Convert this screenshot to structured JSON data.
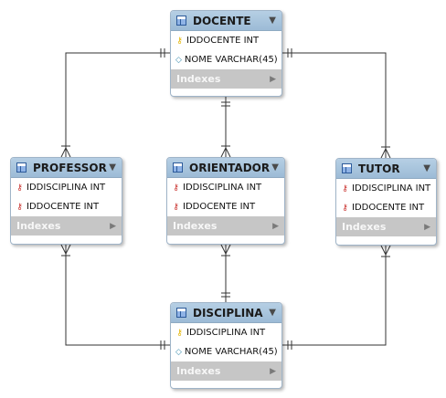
{
  "tables": {
    "docente": {
      "name": "DOCENTE",
      "columns": [
        {
          "text": "IDDOCENTE INT",
          "icon": "primary-key-icon"
        },
        {
          "text": "NOME VARCHAR(45)",
          "icon": "column-diamond-icon"
        }
      ],
      "indexes_label": "Indexes"
    },
    "professor": {
      "name": "PROFESSOR",
      "columns": [
        {
          "text": "IDDISCIPLINA INT",
          "icon": "foreign-key-icon"
        },
        {
          "text": "IDDOCENTE INT",
          "icon": "foreign-key-icon"
        }
      ],
      "indexes_label": "Indexes"
    },
    "orientador": {
      "name": "ORIENTADOR",
      "columns": [
        {
          "text": "IDDISCIPLINA INT",
          "icon": "foreign-key-icon"
        },
        {
          "text": "IDDOCENTE INT",
          "icon": "foreign-key-icon"
        }
      ],
      "indexes_label": "Indexes"
    },
    "tutor": {
      "name": "TUTOR",
      "columns": [
        {
          "text": "IDDISCIPLINA INT",
          "icon": "foreign-key-icon"
        },
        {
          "text": "IDDOCENTE INT",
          "icon": "foreign-key-icon"
        }
      ],
      "indexes_label": "Indexes"
    },
    "disciplina": {
      "name": "DISCIPLINA",
      "columns": [
        {
          "text": "IDDISCIPLINA INT",
          "icon": "primary-key-icon"
        },
        {
          "text": "NOME VARCHAR(45)",
          "icon": "column-diamond-icon"
        }
      ],
      "indexes_label": "Indexes"
    }
  },
  "relationships": [
    {
      "from": "DOCENTE",
      "to": "PROFESSOR",
      "kind": "one-to-many"
    },
    {
      "from": "DOCENTE",
      "to": "ORIENTADOR",
      "kind": "one-to-many"
    },
    {
      "from": "DOCENTE",
      "to": "TUTOR",
      "kind": "one-to-many"
    },
    {
      "from": "DISCIPLINA",
      "to": "PROFESSOR",
      "kind": "one-to-many"
    },
    {
      "from": "DISCIPLINA",
      "to": "ORIENTADOR",
      "kind": "one-to-many"
    },
    {
      "from": "DISCIPLINA",
      "to": "TUTOR",
      "kind": "one-to-many"
    }
  ],
  "colors": {
    "header": "#9cbbd6",
    "indexes_bar": "#c6c6c6",
    "connector": "#333333",
    "foreign_key": "#c9302c",
    "primary_key": "#e3b400"
  }
}
